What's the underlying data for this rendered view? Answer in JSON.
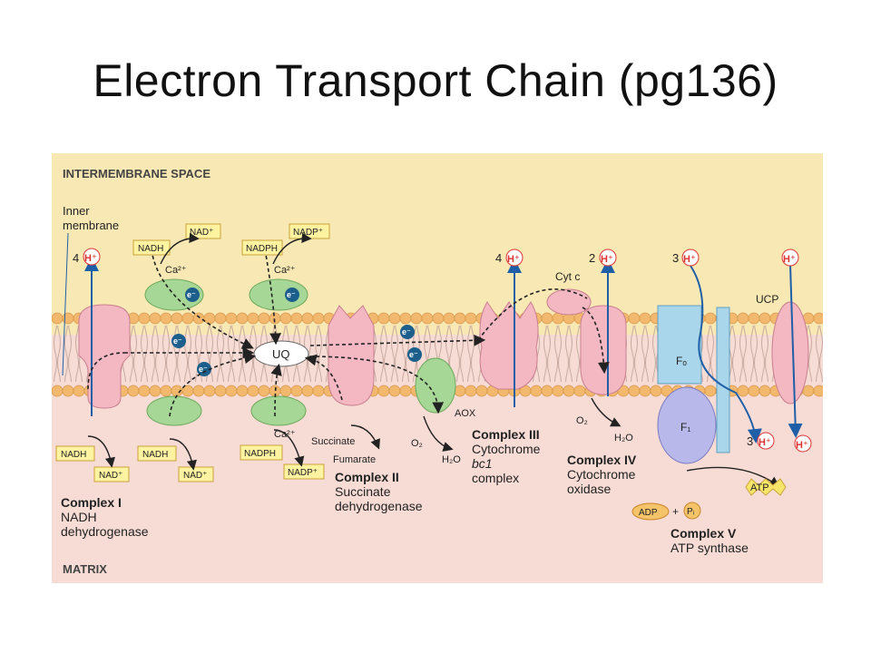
{
  "slide": {
    "title": "Electron Transport Chain  (pg136)"
  },
  "regions": {
    "intermembrane": "INTERMEMBRANE SPACE",
    "matrix": "MATRIX",
    "inner1": "Inner",
    "inner2": "membrane"
  },
  "protons": {
    "c1_count": "4",
    "c3_count": "4",
    "c4_count": "2",
    "c5_count": "3",
    "c5_out_count": "3",
    "h": "H⁺"
  },
  "carriers": {
    "uq": "UQ",
    "e": "e⁻",
    "cytc": "Cyt c",
    "fo": "Fₒ",
    "f1": "F₁",
    "ucp": "UCP",
    "aox": "AOX",
    "ca": "Ca²⁺"
  },
  "substrates": {
    "nadh": "NADH",
    "nad": "NAD⁺",
    "nadph": "NADPH",
    "nadp": "NADP⁺",
    "succinate": "Succinate",
    "fumarate": "Fumarate",
    "o2": "O₂",
    "h2o": "H₂O",
    "adp": "ADP",
    "plus": "+",
    "pi": "Pᵢ",
    "atp": "ATP"
  },
  "complexes": {
    "c1": {
      "name": "Complex I",
      "l1": "NADH",
      "l2": "dehydrogenase"
    },
    "c2": {
      "name": "Complex II",
      "l1": "Succinate",
      "l2": "dehydrogenase"
    },
    "c3": {
      "name": "Complex III",
      "l1": "Cytochrome",
      "l2": "bc1",
      "l3": "complex"
    },
    "c4": {
      "name": "Complex IV",
      "l1": "Cytochrome",
      "l2": "oxidase"
    },
    "c5": {
      "name": "Complex V",
      "l1": "ATP synthase"
    }
  },
  "colors": {
    "intermembrane_bg": "#f8e9b4",
    "matrix_bg": "#f7dcd5",
    "lipid_head": "#f2b96e",
    "pink_protein": "#f4b8c3",
    "green_protein": "#a6d796",
    "blue_arrow": "#1f5fa8",
    "tag_fill": "#fdf3a0",
    "atp_synthase": "#a9d6ea"
  }
}
